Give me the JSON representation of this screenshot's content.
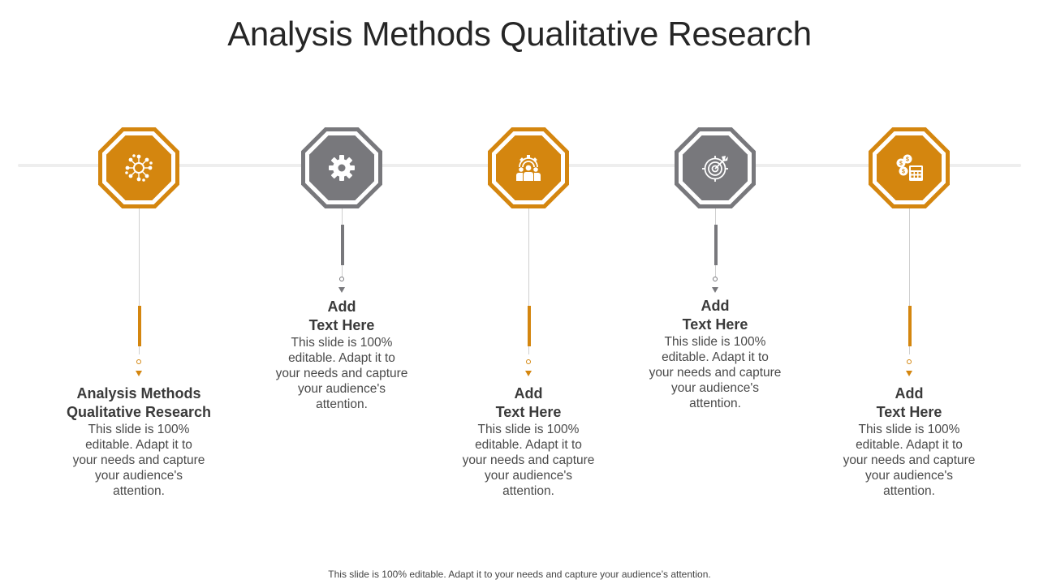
{
  "title": "Analysis Methods Qualitative Research",
  "footer": "This slide is 100% editable. Adapt it to your needs and capture your audience’s attention.",
  "colors": {
    "orange": "#D4860F",
    "gray": "#78787C",
    "timeline": "#EEEEEE"
  },
  "items": [
    {
      "icon": "network-virus-icon",
      "color": "orange",
      "heading_line1": "Analysis Methods",
      "heading_line2": "Qualitative Research",
      "body": "This slide is 100% editable. Adapt it to your needs and capture your audience's attention.",
      "position": "low"
    },
    {
      "icon": "gear-icon",
      "color": "gray",
      "heading_line1": "Add",
      "heading_line2": "Text Here",
      "body": "This slide is 100% editable. Adapt it to your needs and capture your audience's attention.",
      "position": "high"
    },
    {
      "icon": "team-gear-icon",
      "color": "orange",
      "heading_line1": "Add",
      "heading_line2": "Text Here",
      "body": "This slide is 100% editable. Adapt it to your needs and capture your audience's attention.",
      "position": "low"
    },
    {
      "icon": "target-arrow-icon",
      "color": "gray",
      "heading_line1": "Add",
      "heading_line2": "Text Here",
      "body": "This slide is 100% editable. Adapt it to your needs and capture your audience's attention.",
      "position": "high"
    },
    {
      "icon": "coins-calculator-icon",
      "color": "orange",
      "heading_line1": "Add",
      "heading_line2": "Text Here",
      "body": "This slide is 100% editable. Adapt it to your needs and capture your audience's attention.",
      "position": "low"
    }
  ]
}
